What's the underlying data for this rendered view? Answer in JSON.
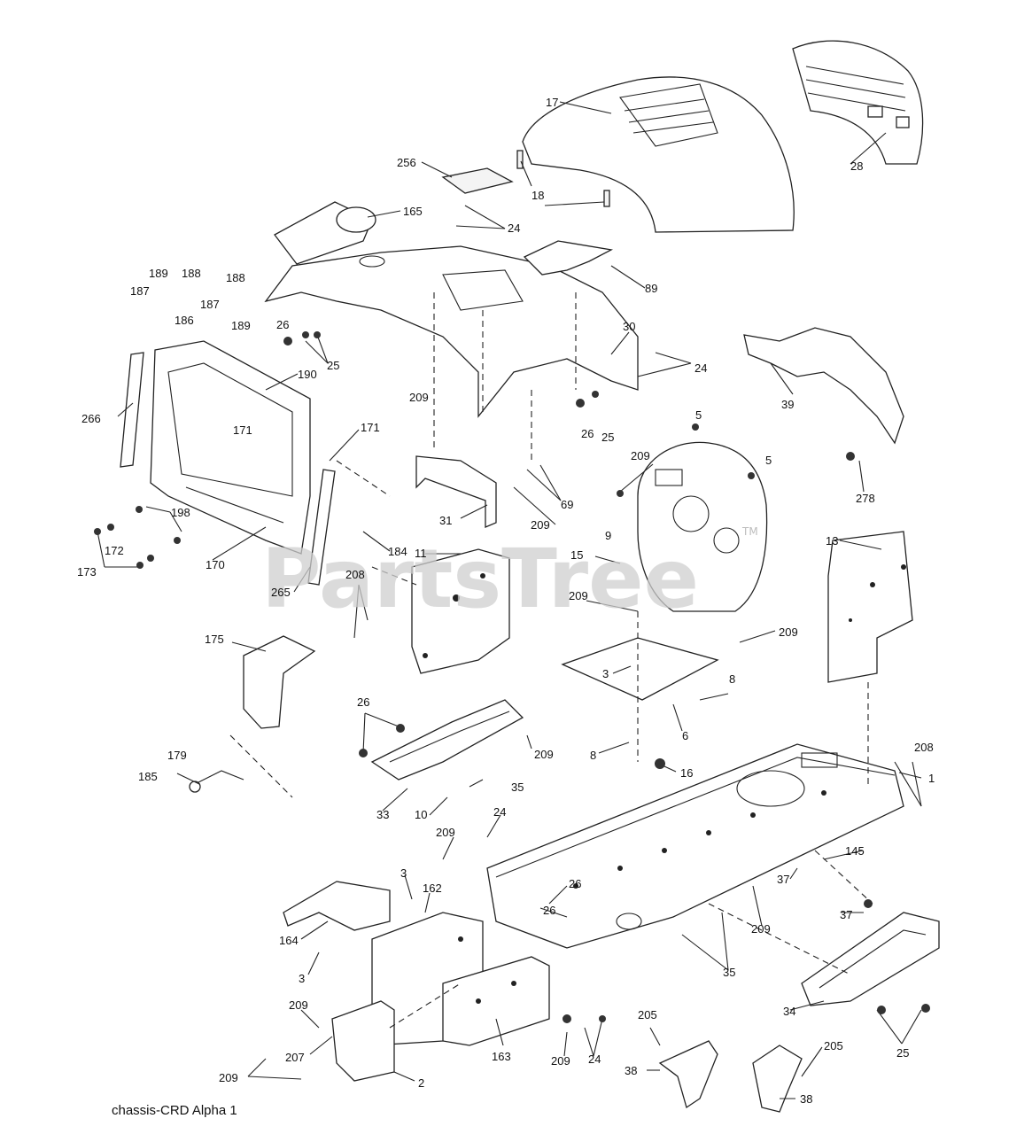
{
  "diagram": {
    "caption": "chassis-CRD  Alpha  1",
    "watermark": "PartsTree",
    "watermark_mark": "TM",
    "callouts": [
      {
        "id": "c17",
        "text": "17"
      },
      {
        "id": "c28",
        "text": "28"
      },
      {
        "id": "c256",
        "text": "256"
      },
      {
        "id": "c18",
        "text": "18"
      },
      {
        "id": "c165",
        "text": "165"
      },
      {
        "id": "c24a",
        "text": "24"
      },
      {
        "id": "c89",
        "text": "89"
      },
      {
        "id": "c189a",
        "text": "189"
      },
      {
        "id": "c188a",
        "text": "188"
      },
      {
        "id": "c187a",
        "text": "187"
      },
      {
        "id": "c186",
        "text": "186"
      },
      {
        "id": "c187b",
        "text": "187"
      },
      {
        "id": "c188b",
        "text": "188"
      },
      {
        "id": "c189b",
        "text": "189"
      },
      {
        "id": "c26a",
        "text": "26"
      },
      {
        "id": "c25a",
        "text": "25"
      },
      {
        "id": "c30",
        "text": "30"
      },
      {
        "id": "c24b",
        "text": "24"
      },
      {
        "id": "c39",
        "text": "39"
      },
      {
        "id": "c190",
        "text": "190"
      },
      {
        "id": "c266",
        "text": "266"
      },
      {
        "id": "c171a",
        "text": "171"
      },
      {
        "id": "c171b",
        "text": "171"
      },
      {
        "id": "c209a",
        "text": "209"
      },
      {
        "id": "c26b",
        "text": "26"
      },
      {
        "id": "c25b",
        "text": "25"
      },
      {
        "id": "c5a",
        "text": "5"
      },
      {
        "id": "c5b",
        "text": "5"
      },
      {
        "id": "c209b",
        "text": "209"
      },
      {
        "id": "c278",
        "text": "278"
      },
      {
        "id": "c69",
        "text": "69"
      },
      {
        "id": "c198",
        "text": "198"
      },
      {
        "id": "c172",
        "text": "172"
      },
      {
        "id": "c173",
        "text": "173"
      },
      {
        "id": "c170",
        "text": "170"
      },
      {
        "id": "c31",
        "text": "31"
      },
      {
        "id": "c209c",
        "text": "209"
      },
      {
        "id": "c9",
        "text": "9"
      },
      {
        "id": "c184",
        "text": "184"
      },
      {
        "id": "c265",
        "text": "265"
      },
      {
        "id": "c11",
        "text": "11"
      },
      {
        "id": "c15",
        "text": "15"
      },
      {
        "id": "c13",
        "text": "13"
      },
      {
        "id": "c208a",
        "text": "208"
      },
      {
        "id": "c209d",
        "text": "209"
      },
      {
        "id": "c209e",
        "text": "209"
      },
      {
        "id": "c175",
        "text": "175"
      },
      {
        "id": "c3a",
        "text": "3"
      },
      {
        "id": "c8a",
        "text": "8"
      },
      {
        "id": "c6",
        "text": "6"
      },
      {
        "id": "c26c",
        "text": "26"
      },
      {
        "id": "c209f",
        "text": "209"
      },
      {
        "id": "c8b",
        "text": "8"
      },
      {
        "id": "c16",
        "text": "16"
      },
      {
        "id": "c208b",
        "text": "208"
      },
      {
        "id": "c179",
        "text": "179"
      },
      {
        "id": "c185",
        "text": "185"
      },
      {
        "id": "c35a",
        "text": "35"
      },
      {
        "id": "c1",
        "text": "1"
      },
      {
        "id": "c33",
        "text": "33"
      },
      {
        "id": "c10",
        "text": "10"
      },
      {
        "id": "c24c",
        "text": "24"
      },
      {
        "id": "c209g",
        "text": "209"
      },
      {
        "id": "c145",
        "text": "145"
      },
      {
        "id": "c3b",
        "text": "3"
      },
      {
        "id": "c162",
        "text": "162"
      },
      {
        "id": "c26d",
        "text": "26"
      },
      {
        "id": "c37a",
        "text": "37"
      },
      {
        "id": "c26e",
        "text": "26"
      },
      {
        "id": "c37b",
        "text": "37"
      },
      {
        "id": "c164",
        "text": "164"
      },
      {
        "id": "c209h",
        "text": "209"
      },
      {
        "id": "c3c",
        "text": "3"
      },
      {
        "id": "c35b",
        "text": "35"
      },
      {
        "id": "c34",
        "text": "34"
      },
      {
        "id": "c209i",
        "text": "209"
      },
      {
        "id": "c207",
        "text": "207"
      },
      {
        "id": "c163",
        "text": "163"
      },
      {
        "id": "c209j",
        "text": "209"
      },
      {
        "id": "c24d",
        "text": "24"
      },
      {
        "id": "c205a",
        "text": "205"
      },
      {
        "id": "c205b",
        "text": "205"
      },
      {
        "id": "c25c",
        "text": "25"
      },
      {
        "id": "c209k",
        "text": "209"
      },
      {
        "id": "c2",
        "text": "2"
      },
      {
        "id": "c38a",
        "text": "38"
      },
      {
        "id": "c38b",
        "text": "38"
      }
    ]
  }
}
